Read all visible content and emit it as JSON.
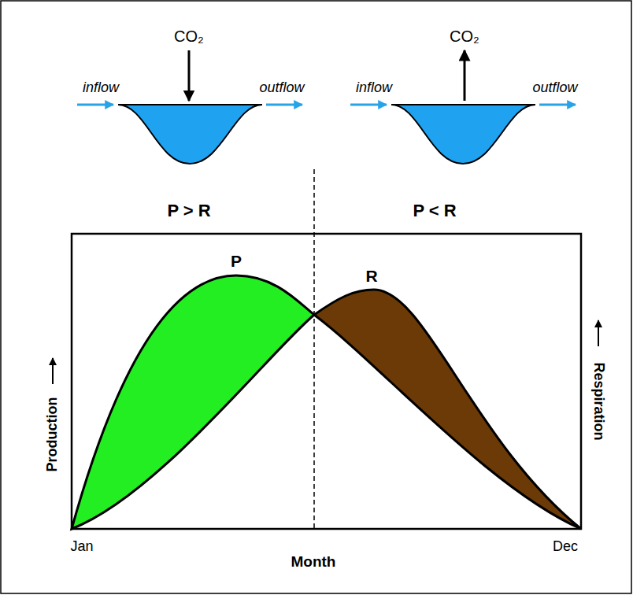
{
  "diagram": {
    "labels": [
      "CO₂",
      "inflow",
      "outflow",
      "CO₂",
      "inflow",
      "outflow",
      "P > R",
      "P < R",
      "P",
      "R",
      "Production",
      "Respiration",
      "Jan",
      "Month",
      "Dec"
    ]
  }
}
